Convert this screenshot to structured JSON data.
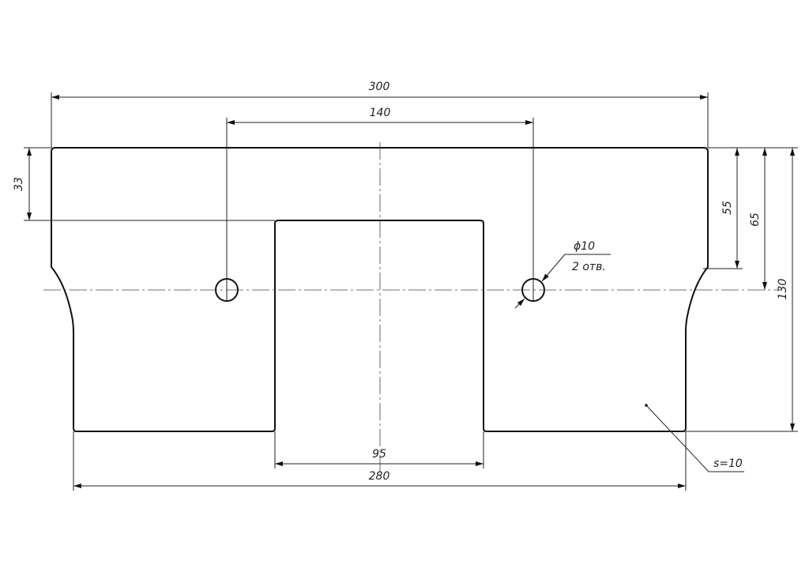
{
  "drawing": {
    "dimensions": {
      "overall_width": "300",
      "hole_spacing": "140",
      "top_to_notch": "33",
      "top_to_step": "55",
      "top_to_hole_axis": "65",
      "overall_height": "130",
      "notch_width": "95",
      "bottom_width": "280"
    },
    "hole_callout": {
      "diameter": "ϕ10",
      "count": "2 отв."
    },
    "thickness_note": "s=10"
  }
}
